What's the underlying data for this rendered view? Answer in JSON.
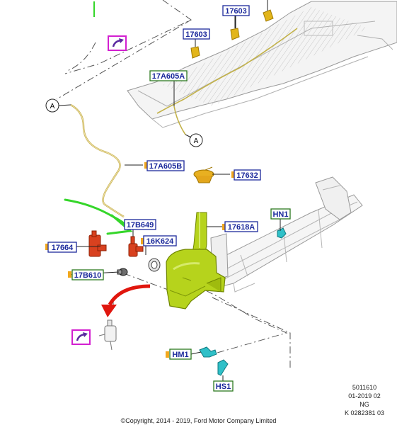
{
  "diagram": {
    "labels": [
      {
        "id": "lbl-17603-top",
        "text": "17603",
        "kind": "blue"
      },
      {
        "id": "lbl-17603-mid",
        "text": "17603",
        "kind": "blue"
      },
      {
        "id": "lbl-17a605a",
        "text": "17A605A",
        "kind": "green"
      },
      {
        "id": "lbl-17a605b",
        "text": "17A605B",
        "kind": "blue"
      },
      {
        "id": "lbl-17632",
        "text": "17632",
        "kind": "blue"
      },
      {
        "id": "lbl-17b649",
        "text": "17B649",
        "kind": "blue"
      },
      {
        "id": "lbl-17618a",
        "text": "17618A",
        "kind": "blue"
      },
      {
        "id": "lbl-hn1",
        "text": "HN1",
        "kind": "green"
      },
      {
        "id": "lbl-17664",
        "text": "17664",
        "kind": "blue"
      },
      {
        "id": "lbl-16k624",
        "text": "16K624",
        "kind": "blue"
      },
      {
        "id": "lbl-17b610",
        "text": "17B610",
        "kind": "green"
      },
      {
        "id": "lbl-hm1",
        "text": "HM1",
        "kind": "green"
      },
      {
        "id": "lbl-hs1",
        "text": "HS1",
        "kind": "green"
      }
    ],
    "callouts": [
      {
        "id": "callout-a-left",
        "text": "A"
      },
      {
        "id": "callout-a-right",
        "text": "A"
      }
    ],
    "reference": {
      "line1": "5011610",
      "line2": "01-2019 02",
      "line3": "NG",
      "line4": "K 0282381 03"
    },
    "copyright": "©Copyright, 2014 - 2019, Ford Motor Company Limited",
    "colors": {
      "blue_label": "#1c2a9c",
      "green_label": "#2d7a1f",
      "marker": "#f2a81d",
      "reservoir": "#b6d31c",
      "pump": "#d8411f",
      "teal_part": "#2fc0c8",
      "arrow_red": "#e0160e",
      "magenta": "#d31fd0",
      "annotation_green": "#35d62a"
    },
    "icons": [
      "link-arrow-icon",
      "link-arrow-icon"
    ]
  }
}
